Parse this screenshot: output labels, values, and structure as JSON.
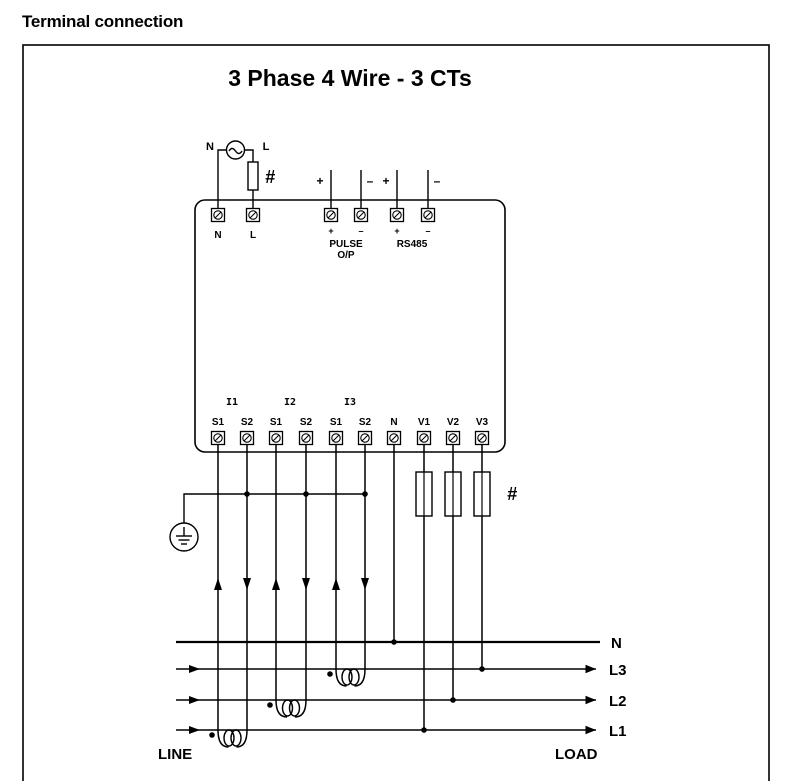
{
  "heading": "Terminal connection",
  "title": "3 Phase 4 Wire - 3 CTs",
  "supply": {
    "n_label": "N",
    "l_label": "L",
    "fuse_mark": "#"
  },
  "top_terminals": {
    "n": "N",
    "l": "L",
    "pulse_plus": "+",
    "pulse_minus": "–",
    "pulse_label_1": "PULSE",
    "pulse_label_2": "O/P",
    "rs_plus": "+",
    "rs_minus": "–",
    "rs_label": "RS485",
    "wire_plus_1": "+",
    "wire_minus_1": "–",
    "wire_plus_2": "+",
    "wire_minus_2": "–"
  },
  "ct_groups": [
    "I1",
    "I2",
    "I3"
  ],
  "bottom_terminals": [
    "S1",
    "S2",
    "S1",
    "S2",
    "S1",
    "S2",
    "N",
    "V1",
    "V2",
    "V3"
  ],
  "fuse_mark_bottom": "#",
  "lines": {
    "n": "N",
    "l3": "L3",
    "l2": "L2",
    "l1": "L1"
  },
  "line_label": "LINE",
  "load_label": "LOAD"
}
